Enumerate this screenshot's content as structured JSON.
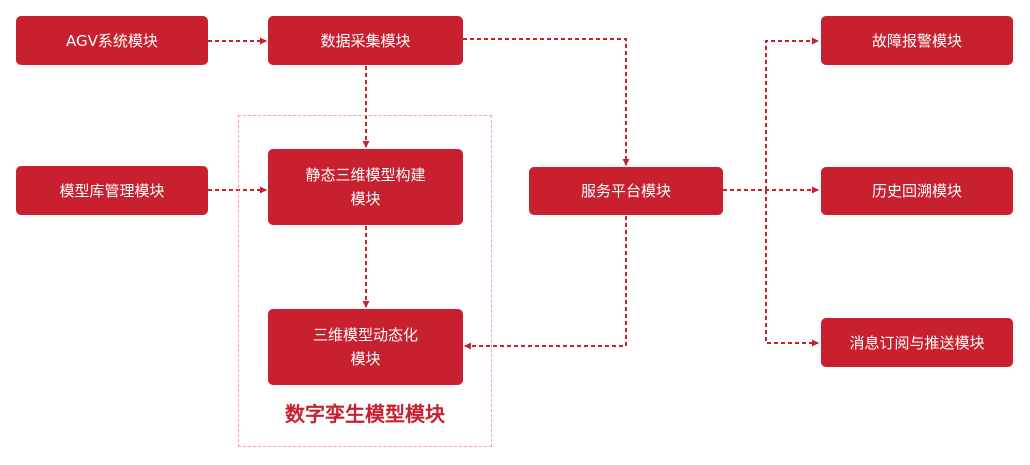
{
  "colors": {
    "box": "#c8202f",
    "line": "#c8202f",
    "group_border": "#f0a3a8"
  },
  "nodes": {
    "agv": "AGV系统模块",
    "data_collect": "数据采集模块",
    "model_lib": "模型库管理模块",
    "static_3d_l1": "静态三维模型构建",
    "static_3d_l2": "模块",
    "dynamic_3d_l1": "三维模型动态化",
    "dynamic_3d_l2": "模块",
    "service": "服务平台模块",
    "fault_alarm": "故障报警模块",
    "history": "历史回溯模块",
    "subscribe_push": "消息订阅与推送模块"
  },
  "group": {
    "title": "数字孪生模型模块"
  }
}
